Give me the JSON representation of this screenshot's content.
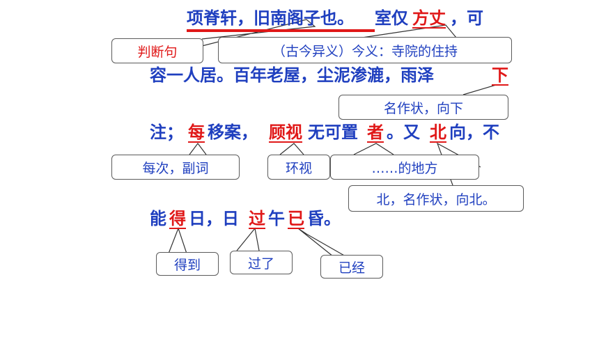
{
  "colors": {
    "blue": "#1f3fbf",
    "red": "#e01818"
  },
  "text": {
    "line1": {
      "a": "项脊轩，旧南阁子也。",
      "b": "室仅",
      "c": "方丈",
      "d": "，可"
    },
    "line2": {
      "a": "容一人居。百年老屋，尘泥渗漉，雨泽",
      "b": "下"
    },
    "line3": {
      "a": "注；",
      "b": "每",
      "c": "移案，",
      "d": "顾视",
      "e": "无可置",
      "f": "者",
      "g": "。又",
      "h": "北",
      "i": "向，不"
    },
    "line4": {
      "a": "能",
      "b": "得",
      "c": "日，日",
      "d": "过",
      "e": "午",
      "f": "已",
      "g": "昏。"
    }
  },
  "notes": {
    "judgement": "判断句",
    "fangzhang": "（古今异义）今义：寺院的住持",
    "xia": "名作状，向下",
    "mei": "每次，副词",
    "gushi": "环视",
    "zhe": "……的地方",
    "bei": "北，名作状，向北。",
    "de": "得到",
    "guo": "过了",
    "yi": "已经"
  }
}
